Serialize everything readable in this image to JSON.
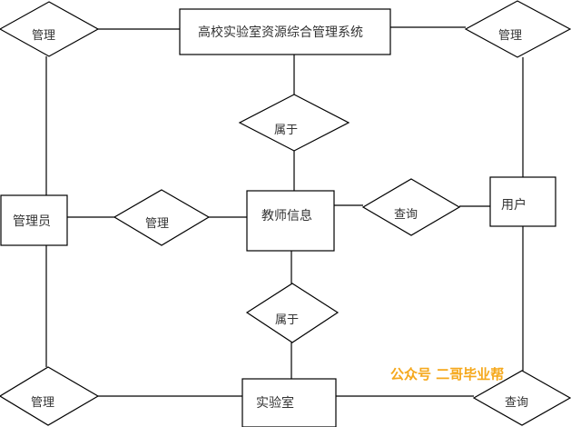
{
  "entities": {
    "system": "高校实验室资源综合管理系统",
    "admin": "管理员",
    "teacher_info": "教师信息",
    "user": "用户",
    "lab": "实验室"
  },
  "relationships": {
    "manage_top_left": "管理",
    "manage_top_right": "管理",
    "belongs_top": "属于",
    "manage_mid": "管理",
    "query_mid": "查询",
    "belongs_bottom": "属于",
    "manage_bottom_left": "管理",
    "query_bottom_right": "查询"
  },
  "watermark": "公众号 二哥毕业帮",
  "colors": {
    "stroke": "#000000",
    "text": "#333333",
    "watermark": "#f5a81c"
  }
}
